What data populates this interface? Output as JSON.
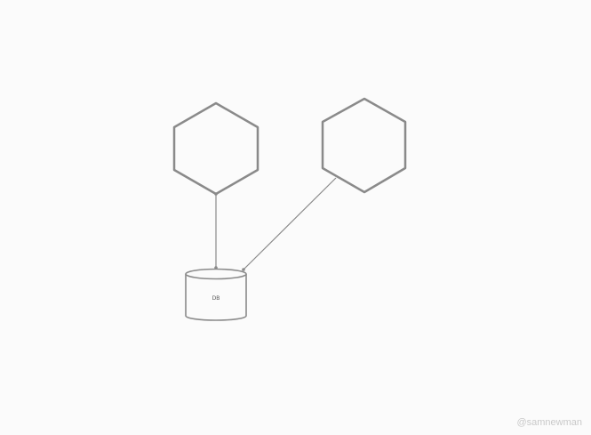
{
  "diagram": {
    "nodes": [
      {
        "id": "service-a",
        "shape": "hexagon",
        "label": ""
      },
      {
        "id": "service-b",
        "shape": "hexagon",
        "label": ""
      },
      {
        "id": "database",
        "shape": "cylinder",
        "label": "DB"
      }
    ],
    "edges": [
      {
        "from": "service-a",
        "to": "database"
      },
      {
        "from": "service-b",
        "to": "database"
      }
    ]
  },
  "watermark": "@samnewman",
  "colors": {
    "background": "#fbfbfb",
    "stroke": "#8a8a8a",
    "watermark": "#c9c9c9"
  }
}
